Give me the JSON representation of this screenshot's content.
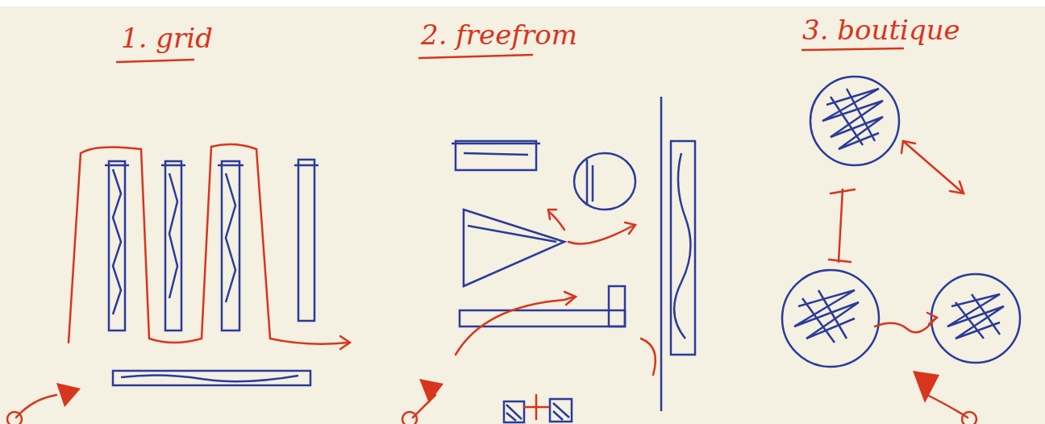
{
  "diagram": {
    "labels": [
      "1. grid",
      "2. freefrom",
      "3. boutique"
    ]
  }
}
